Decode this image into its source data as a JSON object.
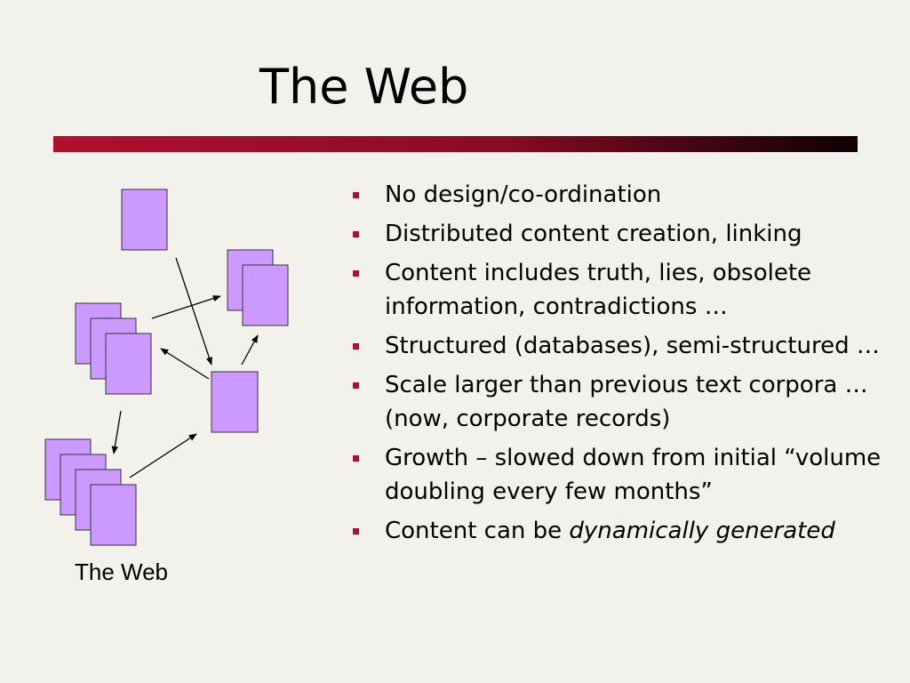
{
  "slide": {
    "title": "The Web",
    "diagram_caption": "The Web",
    "bullets": [
      {
        "text": "No design/co-ordination"
      },
      {
        "text": "Distributed content creation, linking"
      },
      {
        "text": "Content includes truth, lies, obsolete information, contradictions …"
      },
      {
        "text": "Structured (databases), semi-structured …"
      },
      {
        "text": "Scale larger than previous text corpora … (now, corporate records)"
      },
      {
        "text": "Growth – slowed down from initial “volume doubling every few months”"
      },
      {
        "text": "Content can be ",
        "emphasis": "dynamically generated"
      }
    ]
  },
  "colors": {
    "background": "#f2f1ec",
    "accent": "#b0102e",
    "page_fill": "#cc99ff",
    "page_stroke": "#333333"
  },
  "icons": {
    "bullet": "square-bullet-icon",
    "page": "document-page-icon"
  }
}
